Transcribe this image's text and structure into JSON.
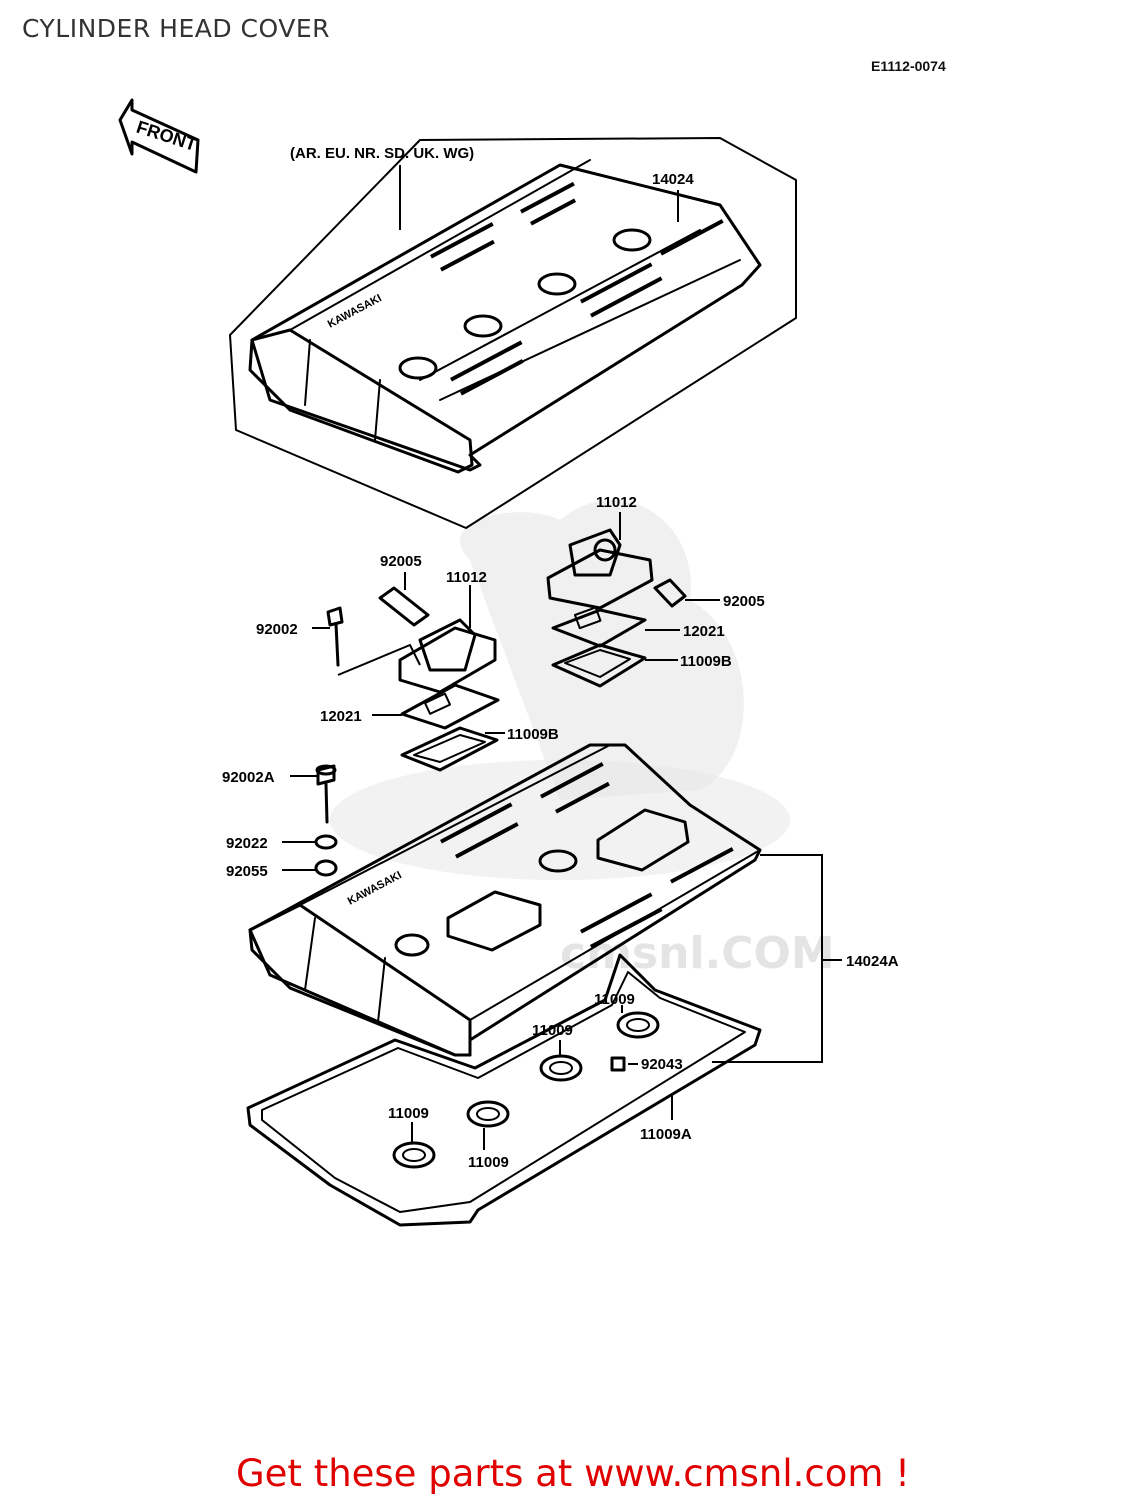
{
  "title": "CYLINDER HEAD COVER",
  "diagram_code": "E1112-0074",
  "front_label": "FRONT",
  "region_note": "(AR. EU. NR. SD. UK. WG)",
  "watermark": "cmsnl.COM",
  "brand_mark": "KAWASAKI",
  "callouts": [
    {
      "id": "14024",
      "text": "14024"
    },
    {
      "id": "11012-right",
      "text": "11012"
    },
    {
      "id": "92005-left",
      "text": "92005"
    },
    {
      "id": "11012-left",
      "text": "11012"
    },
    {
      "id": "92002",
      "text": "92002"
    },
    {
      "id": "92005-right",
      "text": "92005"
    },
    {
      "id": "12021-right",
      "text": "12021"
    },
    {
      "id": "11009B-right",
      "text": "11009B"
    },
    {
      "id": "12021-left",
      "text": "12021"
    },
    {
      "id": "11009B-left",
      "text": "11009B"
    },
    {
      "id": "92002A",
      "text": "92002A"
    },
    {
      "id": "92022",
      "text": "92022"
    },
    {
      "id": "92055",
      "text": "92055"
    },
    {
      "id": "14024A",
      "text": "14024A"
    },
    {
      "id": "11009-top",
      "text": "11009"
    },
    {
      "id": "11009-mid",
      "text": "11009"
    },
    {
      "id": "92043",
      "text": "92043"
    },
    {
      "id": "11009-lower-left",
      "text": "11009"
    },
    {
      "id": "11009-lower",
      "text": "11009"
    },
    {
      "id": "11009A",
      "text": "11009A"
    }
  ],
  "promo_text": "Get these parts at www.cmsnl.com !",
  "colors": {
    "promo": "#e00000",
    "ink": "#000000",
    "watermark": "#e6e6e6"
  }
}
